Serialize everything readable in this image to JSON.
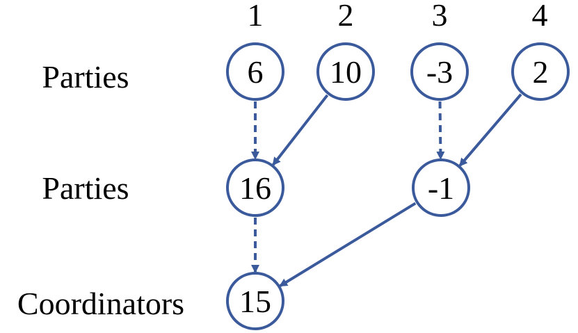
{
  "colors": {
    "node": "#3a5a9c",
    "edge": "#3a5a9c",
    "text": "#000000"
  },
  "columns": [
    "1",
    "2",
    "3",
    "4"
  ],
  "rows": [
    {
      "label": "Parties"
    },
    {
      "label": "Parties"
    },
    {
      "label": "Coordinators"
    }
  ],
  "nodes": {
    "n1": "6",
    "n2": "10",
    "n3": "-3",
    "n4": "2",
    "n5": "16",
    "n6": "-1",
    "n7": "15"
  },
  "edges": [
    {
      "from": "n1",
      "to": "n5",
      "style": "dashed"
    },
    {
      "from": "n2",
      "to": "n5",
      "style": "solid"
    },
    {
      "from": "n3",
      "to": "n6",
      "style": "dashed"
    },
    {
      "from": "n4",
      "to": "n6",
      "style": "solid"
    },
    {
      "from": "n5",
      "to": "n7",
      "style": "dashed"
    },
    {
      "from": "n6",
      "to": "n7",
      "style": "solid"
    }
  ]
}
